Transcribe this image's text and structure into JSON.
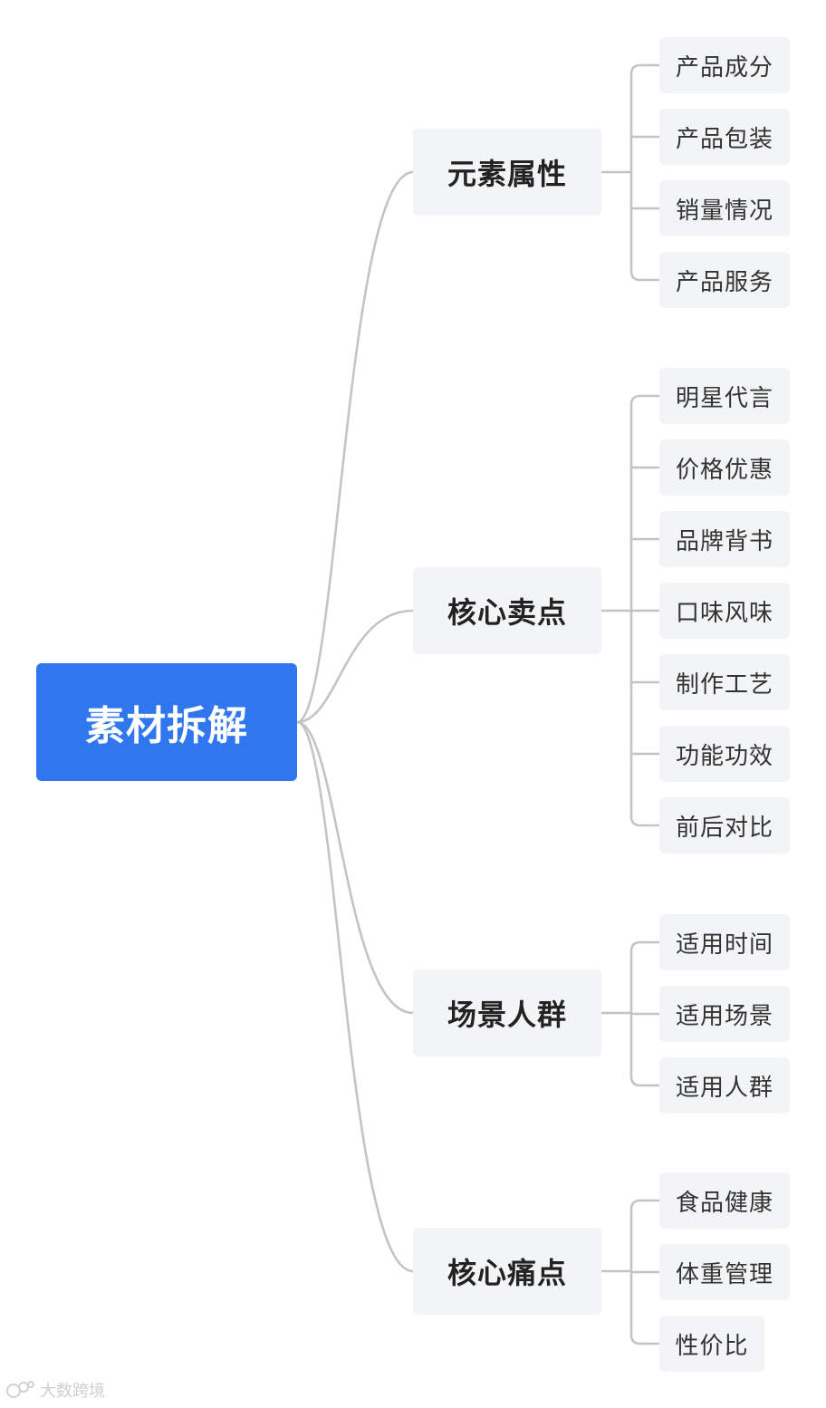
{
  "mindmap": {
    "root": "素材拆解",
    "branches": [
      {
        "label": "元素属性",
        "children": [
          "产品成分",
          "产品包装",
          "销量情况",
          "产品服务"
        ]
      },
      {
        "label": "核心卖点",
        "children": [
          "明星代言",
          "价格优惠",
          "品牌背书",
          "口味风味",
          "制作工艺",
          "功能功效",
          "前后对比"
        ]
      },
      {
        "label": "场景人群",
        "children": [
          "适用时间",
          "适用场景",
          "适用人群"
        ]
      },
      {
        "label": "核心痛点",
        "children": [
          "食品健康",
          "体重管理",
          "性价比"
        ]
      }
    ]
  },
  "watermark": {
    "text": "大数跨境",
    "icon": "dashuju-logo-icon"
  },
  "colors": {
    "root_fill": "#2f76ef",
    "node_fill": "#f3f4f6",
    "connector": "#c4c4c4"
  }
}
